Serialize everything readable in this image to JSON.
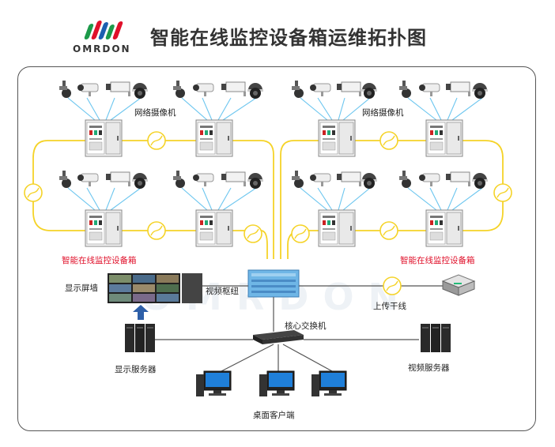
{
  "header": {
    "logo_text": "OMRDON",
    "title": "智能在线监控设备箱运维拓扑图"
  },
  "labels": {
    "camera_top_left": "网络摄像机",
    "camera_top_right": "网络摄像机",
    "box_left": "智能在线监控设备箱",
    "box_right": "智能在线监控设备箱",
    "display_wall": "显示屏墙",
    "video_hub": "视频枢纽",
    "uplink": "上传干线",
    "core_switch": "核心交换机",
    "display_server": "显示服务器",
    "video_server": "视频服务器",
    "desktop_client": "桌面客户端"
  },
  "colors": {
    "fiber": "#f5d328",
    "ethernet": "#6cc6ef",
    "label_red": "#e0102a",
    "line_dark": "#555555"
  },
  "watermark": "OMRDON"
}
